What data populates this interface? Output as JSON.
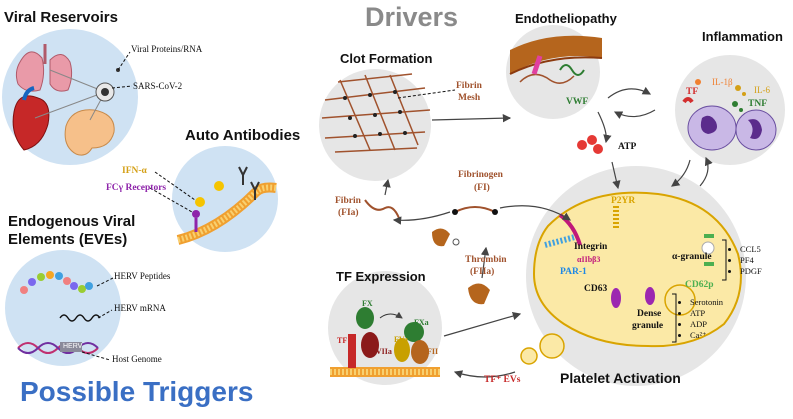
{
  "titles": {
    "drivers": "Drivers",
    "possible_triggers": "Possible Triggers",
    "viral_reservoirs": "Viral Reservoirs",
    "auto_antibodies": "Auto Antibodies",
    "evs_line1": "Endogenous Viral",
    "evs_line2": "Elements (EVEs)",
    "clot_formation": "Clot Formation",
    "endotheliopathy": "Endotheliopathy",
    "inflammation": "Inflammation",
    "tf_expression": "TF Expression",
    "platelet_activation": "Platelet Activation"
  },
  "labels": {
    "viral_proteins": "Viral Proteins/RNA",
    "sars": "SARS-CoV-2",
    "ifn": "IFN-α",
    "fcg": "FCγ Receptors",
    "herv_peptides": "HERV Peptides",
    "herv_mrna": "HERV mRNA",
    "host_genome": "Host Genome",
    "herv_box": "HERV",
    "fibrin_mesh_1": "Fibrin",
    "fibrin_mesh_2": "Mesh",
    "vwf": "VWF",
    "il1b": "IL-1β",
    "il6": "IL-6",
    "tf_infl": "TF",
    "tnf": "TNF",
    "atp": "ATP",
    "fibrinogen_1": "Fibrinogen",
    "fibrinogen_2": "(FI)",
    "fibrin_1": "Fibrin",
    "fibrin_2": "(FIa)",
    "thrombin_1": "Thrombin",
    "thrombin_2": "(FIIa)",
    "fx": "FX",
    "fxa": "FXa",
    "tf_tf": "TF",
    "fviia": "FVIIa",
    "fva": "FVa",
    "fii": "FII",
    "tf_evs": "TF⁺ EVs",
    "p2yr": "P2YR",
    "integrin": "Integrin",
    "integrin_sub": "αIIbβ3",
    "par1": "PAR-1",
    "cd63": "CD63",
    "alpha_granule": "α-granule",
    "cd62p": "CD62p",
    "dense_1": "Dense",
    "dense_2": "granule"
  },
  "alpha_contents": [
    "CCL5",
    "PF4",
    "PDGF"
  ],
  "dense_contents": [
    "Serotonin",
    "ATP",
    "ADP",
    "Ca²⁺"
  ],
  "colors": {
    "title_gray": "#8a8a8a",
    "triggers_blue": "#3a6fc4",
    "light_blue": "#cfe2f3",
    "circle_gray": "#e6e6e6",
    "platelet_yellow": "#fbe9a6",
    "fibrin_brown": "#a0522d",
    "integrin_magenta": "#c0187a"
  }
}
